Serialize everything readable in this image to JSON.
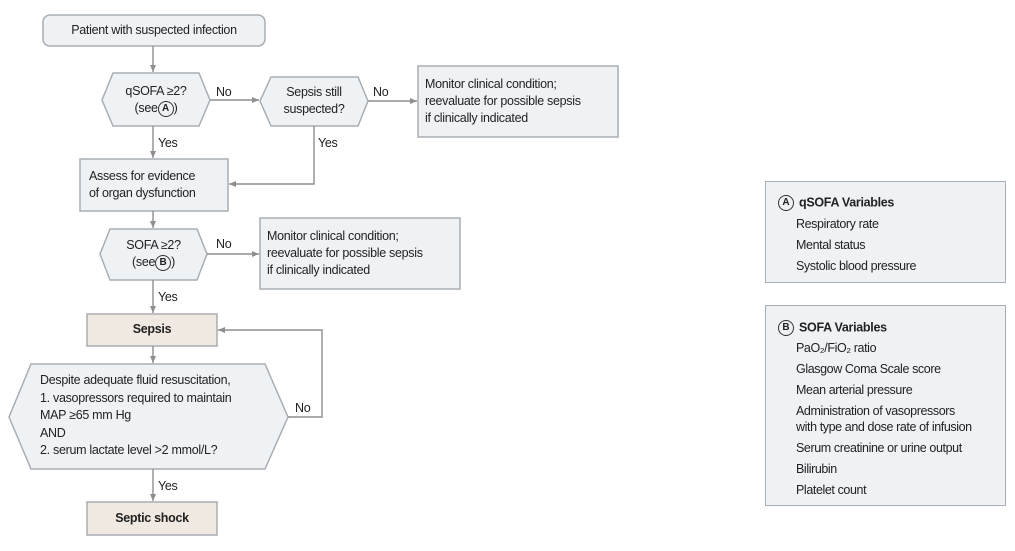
{
  "flowchart": {
    "start": "Patient with suspected infection",
    "qsofa_question": "qSOFA ≥2?",
    "qsofa_see": "(see",
    "qsofa_badge": "A",
    "qsofa_close": ")",
    "sepsis_still": "Sepsis still\nsuspected?",
    "monitor_1": "Monitor clinical condition;\nreevaluate for possible sepsis\nif clinically indicated",
    "assess": "Assess for evidence\nof organ dysfunction",
    "sofa_question": "SOFA ≥2?",
    "sofa_see": "(see",
    "sofa_badge": "B",
    "sofa_close": ")",
    "monitor_2": "Monitor clinical condition;\nreevaluate for possible sepsis\nif clinically indicated",
    "sepsis": "Sepsis",
    "shock_question": "Despite adequate fluid resuscitation,\n1. vasopressors required to maintain\nMAP ≥65 mm Hg\nAND\n2. serum lactate level >2 mmol/L?",
    "septic_shock": "Septic shock",
    "labels": {
      "yes": "Yes",
      "no": "No"
    }
  },
  "legend_a": {
    "badge": "A",
    "title": "qSOFA Variables",
    "items": [
      "Respiratory rate",
      "Mental status",
      "Systolic blood pressure"
    ]
  },
  "legend_b": {
    "badge": "B",
    "title": "SOFA Variables",
    "items": [
      "PaO₂/FiO₂ ratio",
      "Glasgow Coma Scale score",
      "Mean arterial pressure",
      "Administration of vasopressors\nwith type and dose rate of infusion",
      "Serum creatinine or urine output",
      "Bilirubin",
      "Platelet count"
    ]
  },
  "colors": {
    "box_fill": "#eef2f5",
    "outcome_fill": "#efe9e1",
    "border": "#a8aeb3",
    "line": "#8e8e8e"
  }
}
